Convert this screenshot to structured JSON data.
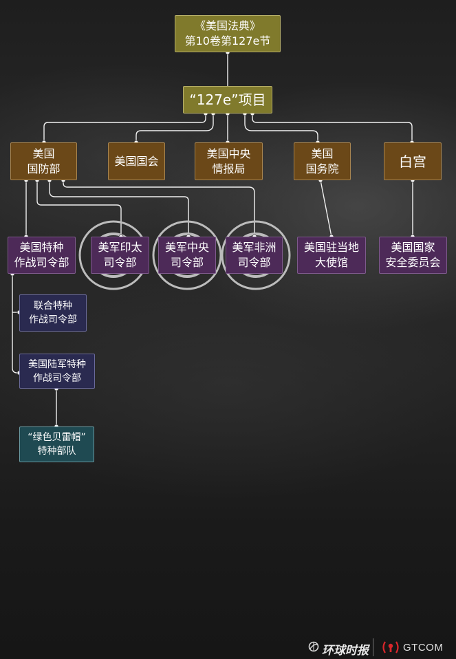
{
  "colors": {
    "olive": "#807a2c",
    "brown": "#6b4818",
    "purple": "#4d2a58",
    "navy": "#2a2a50",
    "teal": "#1f4a52",
    "line": "#f0f0f0"
  },
  "root": {
    "line1": "《美国法典》",
    "line2": "第10卷第127e节"
  },
  "program": {
    "label": "“127e”项目"
  },
  "agencies": {
    "dod": {
      "line1": "美国",
      "line2": "国防部"
    },
    "congress": {
      "line1": "美国国会"
    },
    "cia": {
      "line1": "美国中央",
      "line2": "情报局"
    },
    "state": {
      "line1": "美国",
      "line2": "国务院"
    },
    "whitehouse": {
      "line1": "白宫"
    }
  },
  "commands": {
    "socom": {
      "line1": "美国特种",
      "line2": "作战司令部"
    },
    "indopacom": {
      "line1": "美军印太",
      "line2": "司令部"
    },
    "centcom": {
      "line1": "美军中央",
      "line2": "司令部"
    },
    "africom": {
      "line1": "美军非洲",
      "line2": "司令部"
    },
    "embassy": {
      "line1": "美国驻当地",
      "line2": "大使馆"
    },
    "nsc": {
      "line1": "美国国家",
      "line2": "安全委员会"
    }
  },
  "subunits": {
    "jsoc": {
      "line1": "联合特种",
      "line2": "作战司令部"
    },
    "usasoc": {
      "line1": "美国陆军特种",
      "line2": "作战司令部"
    },
    "greenberets": {
      "line1": "“绿色贝雷帽”",
      "line2": "特种部队"
    }
  },
  "footer": {
    "brand_cn": "环球时报",
    "brand_en": "GTCOM",
    "logo1_icon": "globe-icon",
    "logo2_icon": "gtcom-logo-icon"
  }
}
